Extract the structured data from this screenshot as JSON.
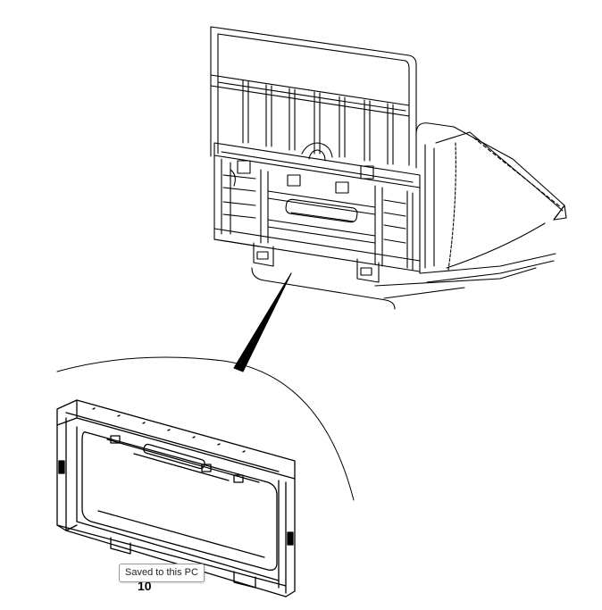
{
  "figure": {
    "page_number": "10",
    "tooltip_text": "Saved to this PC"
  },
  "icons": [
    "forklift-attachment-drawing",
    "frame-detail-drawing",
    "leader-line"
  ],
  "colors": {
    "line": "#000000",
    "background": "#ffffff",
    "tooltip_border": "#9a9a9a"
  }
}
